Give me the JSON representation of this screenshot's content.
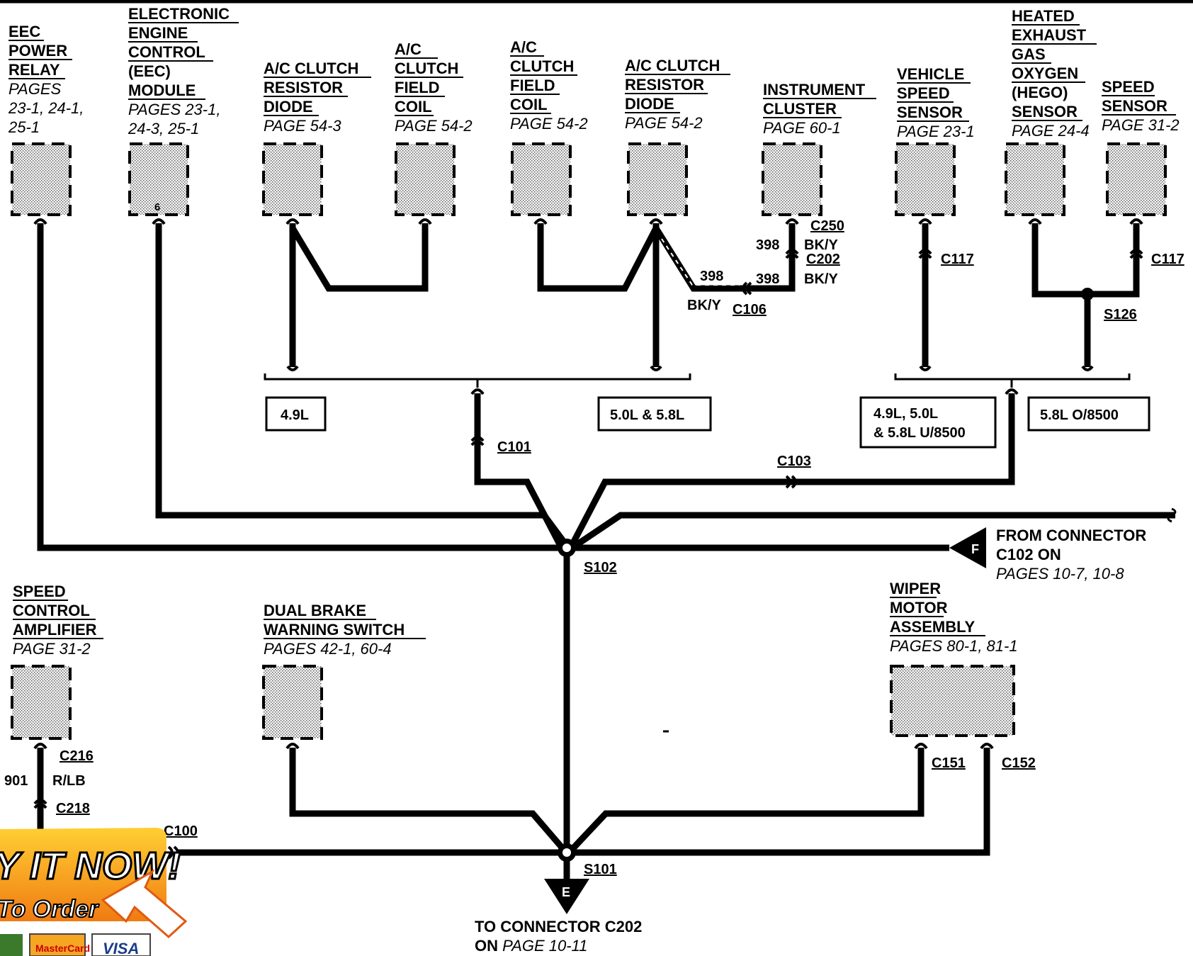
{
  "components": {
    "eec_relay": {
      "title": [
        "EEC",
        "POWER",
        "RELAY"
      ],
      "pages": [
        "PAGES",
        "23-1,  24-1,",
        "25-1"
      ]
    },
    "eec_module": {
      "title": [
        "ELECTRONIC",
        "ENGINE",
        "CONTROL",
        "(EEC)",
        "MODULE"
      ],
      "pages": [
        "PAGES 23-1,",
        "24-3,  25-1"
      ],
      "pin": "6"
    },
    "ac_resistor_1": {
      "title": [
        "A/C CLUTCH",
        "RESISTOR",
        "DIODE"
      ],
      "pages": [
        "PAGE 54-3"
      ]
    },
    "ac_field_1": {
      "title": [
        "A/C",
        "CLUTCH",
        "FIELD",
        "COIL"
      ],
      "pages": [
        "PAGE 54-2"
      ]
    },
    "ac_field_2": {
      "title": [
        "A/C",
        "CLUTCH",
        "FIELD",
        "COIL"
      ],
      "pages": [
        "PAGE 54-2"
      ]
    },
    "ac_resistor_2": {
      "title": [
        "A/C CLUTCH",
        "RESISTOR",
        "DIODE"
      ],
      "pages": [
        "PAGE 54-2"
      ]
    },
    "instrument_cluster": {
      "title": [
        "INSTRUMENT",
        "CLUSTER"
      ],
      "pages": [
        "PAGE 60-1"
      ]
    },
    "vss": {
      "title": [
        "VEHICLE",
        "SPEED",
        "SENSOR"
      ],
      "pages": [
        "PAGE 23-1"
      ]
    },
    "hego": {
      "title": [
        "HEATED",
        "EXHAUST",
        "GAS",
        "OXYGEN",
        "(HEGO)",
        "SENSOR"
      ],
      "pages": [
        "PAGE 24-4"
      ]
    },
    "speed_sensor": {
      "title": [
        "SPEED",
        "SENSOR"
      ],
      "pages": [
        "PAGE 31-2"
      ]
    },
    "speed_amp": {
      "title": [
        "SPEED",
        "CONTROL",
        "AMPLIFIER"
      ],
      "pages": [
        "PAGE 31-2"
      ]
    },
    "brake_switch": {
      "title": [
        "DUAL BRAKE",
        "WARNING SWITCH"
      ],
      "pages": [
        "PAGES 42-1,  60-4"
      ]
    },
    "wiper": {
      "title": [
        "WIPER",
        "MOTOR",
        "ASSEMBLY"
      ],
      "pages": [
        "PAGES 80-1,  81-1"
      ]
    }
  },
  "connectors": {
    "c250": "C250",
    "c202": "C202",
    "c106": "C106",
    "c117a": "C117",
    "c117b": "C117",
    "s126": "S126",
    "c101": "C101",
    "c103": "C103",
    "s102": "S102",
    "c216": "C216",
    "c218": "C218",
    "c100": "C100",
    "s101": "S101",
    "c151": "C151",
    "c152": "C152"
  },
  "wires": {
    "w398a": "398",
    "w398b": "398",
    "w398c": "398",
    "bky1": "BK/Y",
    "bky2": "BK/Y",
    "bky3": "BK/Y",
    "w901": "901",
    "rlb": "R/LB"
  },
  "variant_boxes": {
    "v1": "4.9L",
    "v2": "5.0L & 5.8L",
    "v3": [
      "4.9L, 5.0L",
      "& 5.8L U/8500"
    ],
    "v4": "5.8L O/8500"
  },
  "from_connector": {
    "flag": "F",
    "lines": [
      "FROM CONNECTOR",
      "C102 ON"
    ],
    "pages": "PAGES 10-7,  10-8"
  },
  "to_connector": {
    "flag": "E",
    "line1": "TO CONNECTOR C202",
    "line2_prefix": "ON ",
    "line2_pages": "PAGE 10-11"
  },
  "ad_banner": {
    "line1": "Y IT NOW!",
    "line2": "To Order",
    "cards": [
      "MasterCard",
      "VISA"
    ]
  },
  "colors": {
    "wire": "#000000",
    "ad_orange": "#f07b12",
    "ad_yellow": "#ffcf33"
  }
}
